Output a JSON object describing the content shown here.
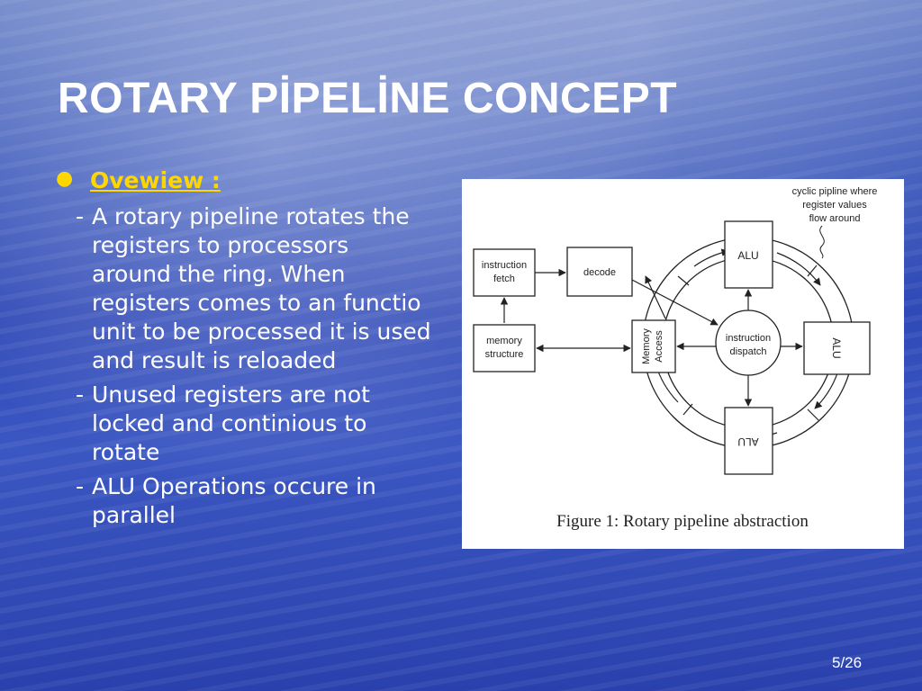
{
  "slide": {
    "title": "ROTARY PİPELİNE CONCEPT",
    "bullet_heading": "Ovewiew :",
    "paragraphs": [
      "A rotary pipeline rotates the registers to processors around the ring. When registers comes to an functio unit to be processed it is used and result is reloaded",
      "Unused registers are not locked and continious to rotate",
      "ALU Operations occure in parallel"
    ],
    "dash": "-",
    "page_number": "5/26"
  },
  "figure": {
    "caption": "Figure 1: Rotary pipeline abstraction",
    "annotation_lines": [
      "cyclic pipline where",
      "register values",
      "flow around"
    ],
    "instruction_fetch": [
      "instruction",
      "fetch"
    ],
    "decode": "decode",
    "memory_structure": [
      "memory",
      "structure"
    ],
    "memory_access": [
      "Memory",
      "Access"
    ],
    "instruction_dispatch": [
      "instruction",
      "dispatch"
    ],
    "alu_top": "ALU",
    "alu_right": "ALU",
    "alu_bottom": "ALU"
  },
  "colors": {
    "title": "#ffffff",
    "bullet": "#ffd700",
    "figure_bg": "#ffffff"
  }
}
